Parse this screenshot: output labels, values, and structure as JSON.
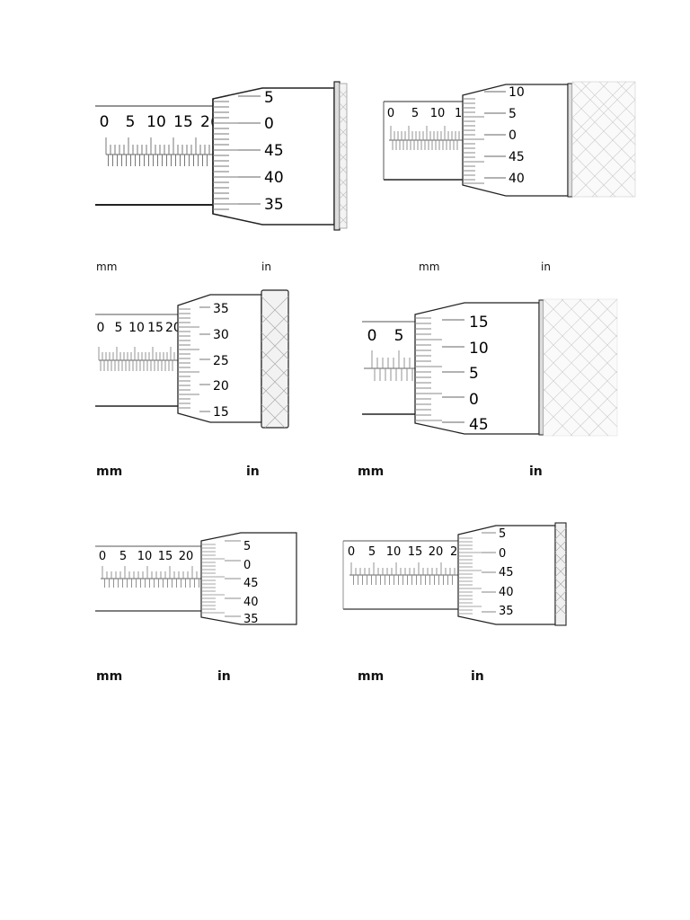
{
  "micrometers": [
    {
      "sleeve_labels": [
        "0",
        "5",
        "10",
        "15",
        "2("
      ],
      "thimble_labels": [
        "5",
        "0",
        "45",
        "40",
        "35"
      ],
      "unit_left": "mm",
      "unit_right": "in"
    },
    {
      "sleeve_labels": [
        "0",
        "5",
        "10",
        "1"
      ],
      "thimble_labels": [
        "10",
        "5",
        "0",
        "45",
        "40"
      ],
      "unit_left": "mm",
      "unit_right": "in"
    },
    {
      "sleeve_labels": [
        "0",
        "5",
        "10",
        "15",
        "20"
      ],
      "thimble_labels": [
        "35",
        "30",
        "25",
        "20",
        "15"
      ],
      "unit_left": "mm",
      "unit_right": "in"
    },
    {
      "sleeve_labels": [
        "0",
        "5"
      ],
      "thimble_labels": [
        "15",
        "10",
        "5",
        "0",
        "45"
      ],
      "unit_left": "mm",
      "unit_right": "in"
    },
    {
      "sleeve_labels": [
        "0",
        "5",
        "10",
        "15",
        "20"
      ],
      "thimble_labels": [
        "5",
        "0",
        "45",
        "40",
        "35"
      ],
      "unit_left": "mm",
      "unit_right": "in"
    },
    {
      "sleeve_labels": [
        "0",
        "5",
        "10",
        "15",
        "20",
        "2"
      ],
      "thimble_labels": [
        "5",
        "0",
        "45",
        "40",
        "35"
      ],
      "unit_left": "mm",
      "unit_right": "in"
    }
  ]
}
